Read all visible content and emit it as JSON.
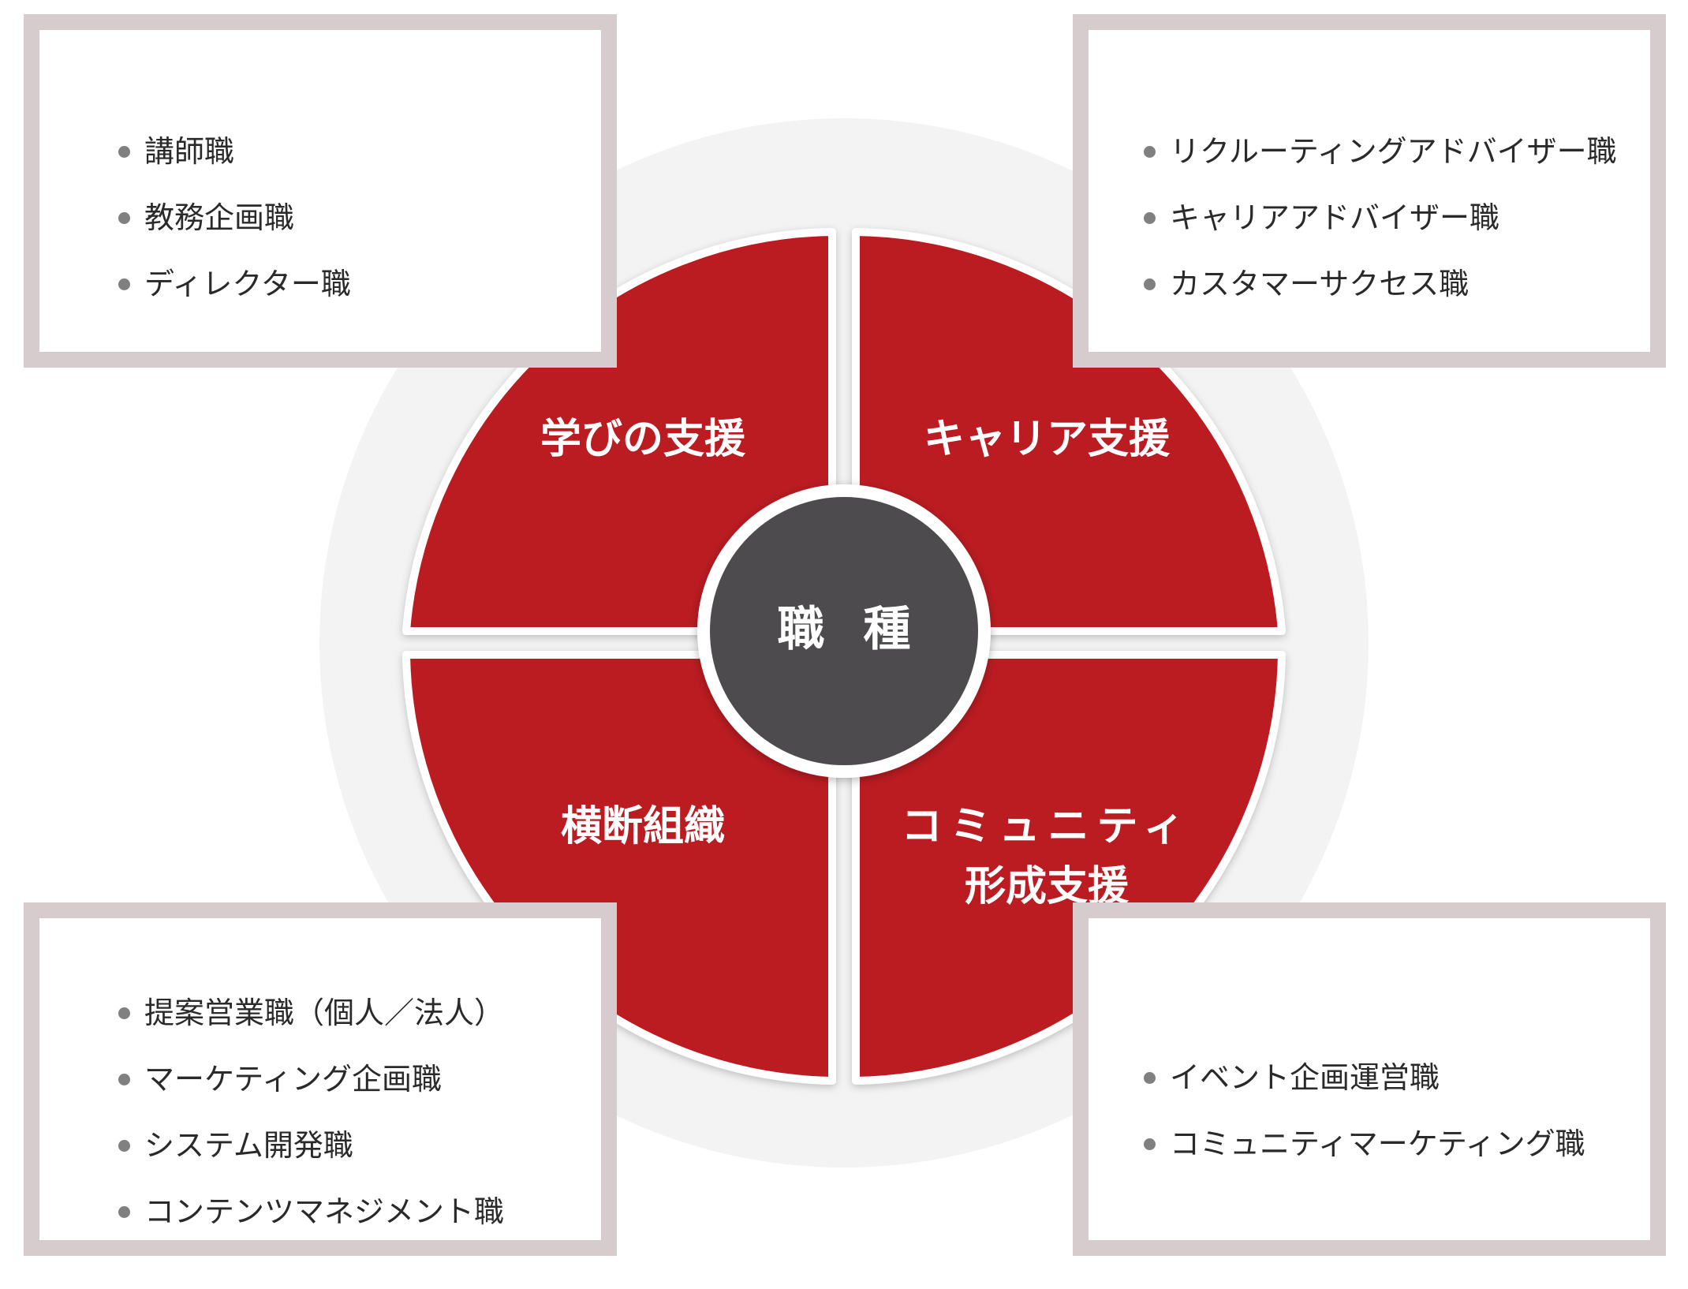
{
  "colors": {
    "quadrant": "#bb1c21",
    "hub": "#4e4c4d",
    "halo": "#f3f3f3",
    "box_border": "#d7cccd"
  },
  "center": {
    "label": "職 種"
  },
  "quadrants": {
    "top_left": {
      "label": "学びの支援"
    },
    "top_right": {
      "label": "キャリア支援"
    },
    "bottom_left": {
      "label": "横断組織"
    },
    "bottom_right": {
      "label_line1": "コミュニティ",
      "label_line2": "形成支援"
    }
  },
  "boxes": {
    "top_left": {
      "items": [
        "講師職",
        "教務企画職",
        "ディレクター職"
      ]
    },
    "top_right": {
      "items": [
        "リクルーティングアドバイザー職",
        "キャリアアドバイザー職",
        "カスタマーサクセス職"
      ]
    },
    "bottom_left": {
      "items": [
        "提案営業職（個人／法人）",
        "マーケティング企画職",
        "システム開発職",
        "コンテンツマネジメント職"
      ]
    },
    "bottom_right": {
      "items": [
        "イベント企画運営職",
        "コミュニティマーケティング職"
      ]
    }
  }
}
